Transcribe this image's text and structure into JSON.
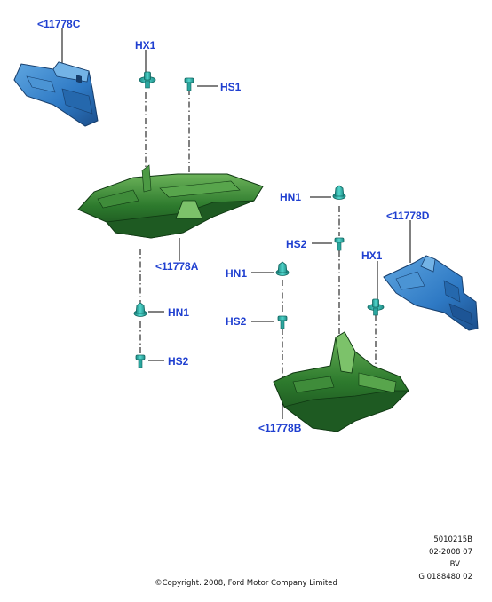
{
  "callouts": {
    "bracket_c": "<11778C",
    "hx1_top": "HX1",
    "hs1": "HS1",
    "hn1_right": "HN1",
    "hs2_right": "HS2",
    "bracket_d": "<11778D",
    "hx1_right": "HX1",
    "shield_a": "<11778A",
    "hn1_mid": "HN1",
    "hn1_left": "HN1",
    "hs2_mid": "HS2",
    "hs2_left": "HS2",
    "shield_b": "<11778B"
  },
  "reference": {
    "line1": "5010215B",
    "line2": "02-2008 07",
    "line3": "BV",
    "line4": "G 0188480 02"
  },
  "copyright": "©Copyright. 2008, Ford Motor Company Limited",
  "colors": {
    "label": "#1f3fd0",
    "bracket_blue": "#2e79c4",
    "shield_green": "#2d7a2d",
    "fastener_teal": "#2fb8b0"
  }
}
